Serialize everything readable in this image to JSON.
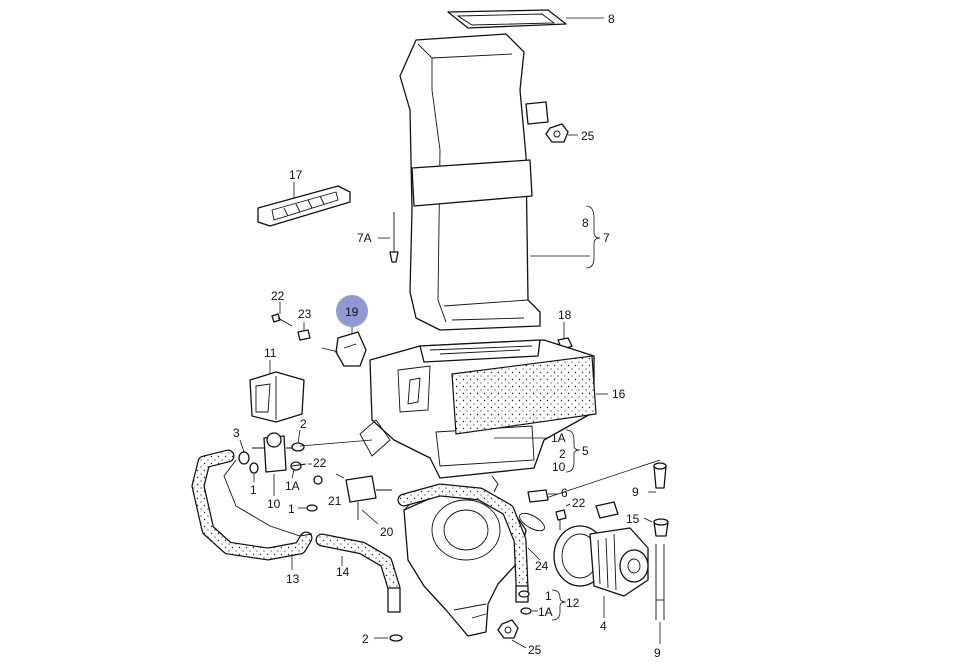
{
  "highlight": {
    "label": "19",
    "color": "#8f9ad3"
  },
  "labels": {
    "l8_top": "8",
    "l25_top": "25",
    "l17": "17",
    "l8_mid": "8",
    "l7": "7",
    "l7a": "7A",
    "l22_a": "22",
    "l23": "23",
    "l18": "18",
    "l11": "11",
    "l16": "16",
    "l2_a": "2",
    "l3": "3",
    "l22_b": "22",
    "l1_a": "1",
    "l1a_a": "1A",
    "l10": "10",
    "l1_b": "1",
    "l21": "21",
    "l20": "20",
    "l1a_b": "1A",
    "l2_b": "2",
    "l10_b": "10",
    "l5": "5",
    "l9_a": "9",
    "l6": "6",
    "l22_c": "22",
    "l15": "15",
    "l13": "13",
    "l14": "14",
    "l24": "24",
    "l1_c": "1",
    "l12": "12",
    "l1a_c": "1A",
    "l4": "4",
    "l2_c": "2",
    "l25_b": "25",
    "l9_b": "9"
  }
}
